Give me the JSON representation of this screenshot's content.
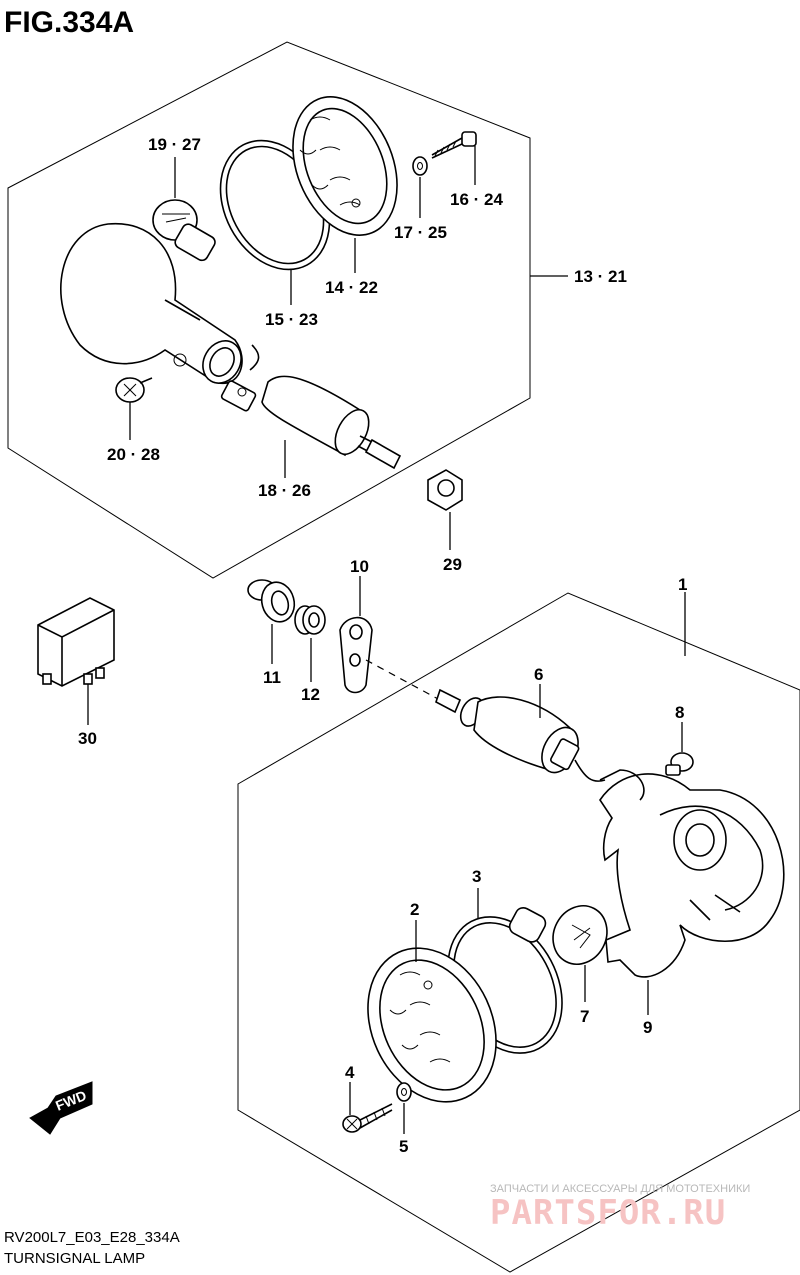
{
  "figure": {
    "title": "FIG.334A",
    "code": "RV200L7_E03_E28_334A",
    "name": "TURNSIGNAL LAMP"
  },
  "callouts": [
    {
      "id": "c1",
      "label": "1"
    },
    {
      "id": "c2",
      "label": "2"
    },
    {
      "id": "c3",
      "label": "3"
    },
    {
      "id": "c4",
      "label": "4"
    },
    {
      "id": "c5",
      "label": "5"
    },
    {
      "id": "c6",
      "label": "6"
    },
    {
      "id": "c7",
      "label": "7"
    },
    {
      "id": "c8",
      "label": "8"
    },
    {
      "id": "c9",
      "label": "9"
    },
    {
      "id": "c10",
      "label": "10"
    },
    {
      "id": "c11",
      "label": "11"
    },
    {
      "id": "c12",
      "label": "12"
    },
    {
      "id": "c13",
      "label": "13 · 21"
    },
    {
      "id": "c14",
      "label": "14 · 22"
    },
    {
      "id": "c15",
      "label": "15 · 23"
    },
    {
      "id": "c16",
      "label": "16 · 24"
    },
    {
      "id": "c17",
      "label": "17 · 25"
    },
    {
      "id": "c18",
      "label": "18 · 26"
    },
    {
      "id": "c19",
      "label": "19 · 27"
    },
    {
      "id": "c20",
      "label": "20 · 28"
    },
    {
      "id": "c29",
      "label": "29"
    },
    {
      "id": "c30",
      "label": "30"
    }
  ],
  "direction_badge": "FWD",
  "watermark": {
    "tagline": "ЗАПЧАСТИ И АКСЕССУАРЫ ДЛЯ МОТОТЕХНИКИ",
    "brand": "PARTSFOR.RU"
  }
}
